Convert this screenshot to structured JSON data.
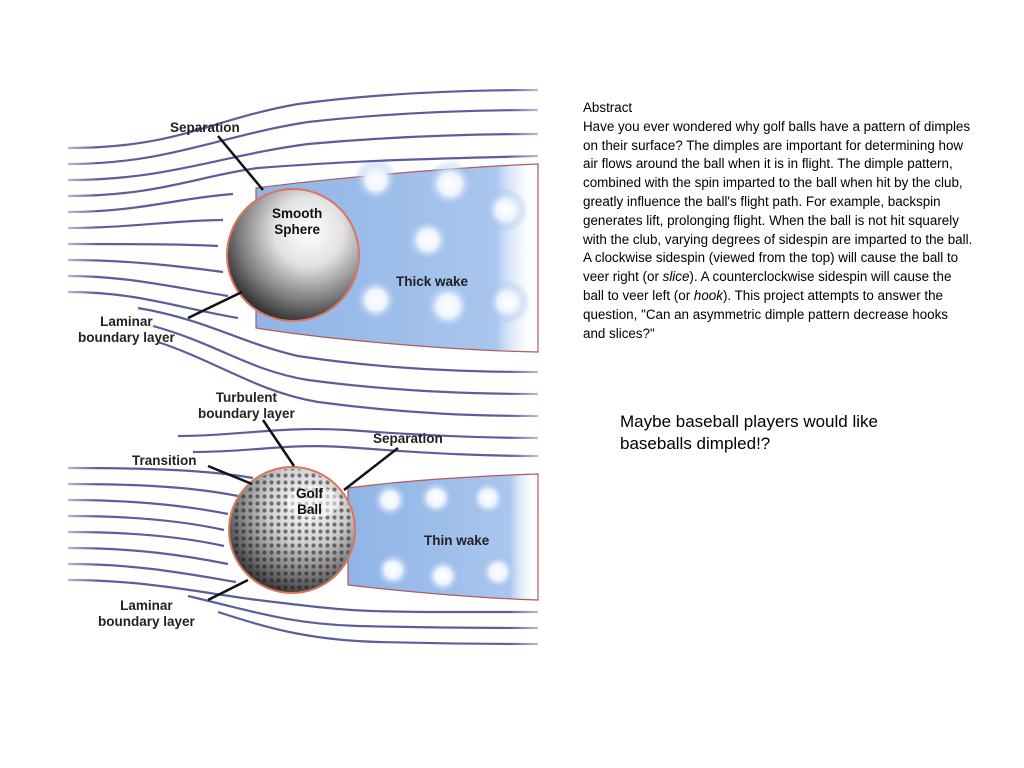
{
  "diagram": {
    "top": {
      "separation": "Separation",
      "sphere_line1": "Smooth",
      "sphere_line2": "Sphere",
      "wake": "Thick wake",
      "laminar_line1": "Laminar",
      "laminar_line2": "boundary layer"
    },
    "bottom": {
      "turbulent_line1": "Turbulent",
      "turbulent_line2": "boundary layer",
      "separation": "Separation",
      "transition": "Transition",
      "ball_line1": "Golf",
      "ball_line2": "Ball",
      "wake": "Thin wake",
      "laminar_line1": "Laminar",
      "laminar_line2": "boundary layer"
    },
    "colors": {
      "flow_line": "#5a5f9c",
      "wake_fill": "#8fb4e6",
      "boundary": "#d9765c"
    }
  },
  "abstract": {
    "heading": "Abstract",
    "part1": "Have you ever wondered why golf balls have a pattern of dimples on their surface? The dimples are important for determining how air flows around the ball when it is in flight. The dimple pattern, combined with the spin imparted to the ball when hit by the club, greatly influence the ball's flight path. For example, backspin generates lift, prolonging flight. When the ball is not hit squarely with the club, varying degrees of sidespin are imparted to the ball. A clockwise sidespin (viewed from the top) will cause the ball to veer right (or ",
    "slice": "slice",
    "part2": "). A counterclockwise sidespin will cause the ball to veer left (or ",
    "hook": "hook",
    "part3": "). This project attempts to answer the question, \"Can an asymmetric dimple pattern decrease hooks and slices?\""
  },
  "note": "Maybe baseball players would like baseballs dimpled!?"
}
